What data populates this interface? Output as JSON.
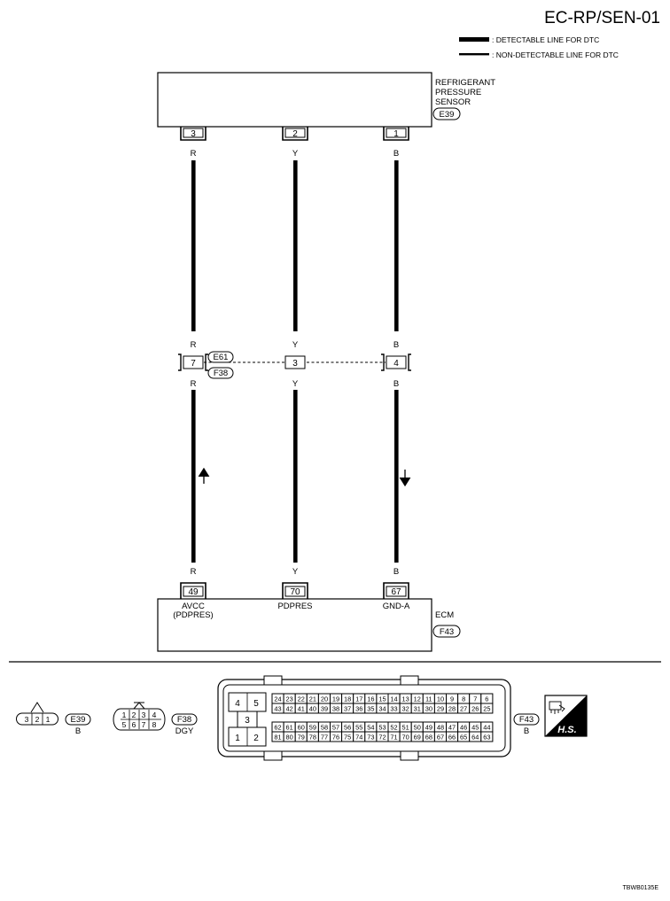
{
  "title": "EC-RP/SEN-01",
  "legend": {
    "detectable": ": DETECTABLE LINE FOR DTC",
    "non_detectable": ": NON-DETECTABLE LINE FOR DTC"
  },
  "sensor": {
    "name_lines": [
      "REFRIGERANT",
      "PRESSURE",
      "SENSOR"
    ],
    "connector": "E39",
    "pins": [
      "3",
      "2",
      "1"
    ],
    "wire_colors": [
      "R",
      "Y",
      "B"
    ]
  },
  "junction": {
    "connector_top": "E61",
    "connector_bottom": "F38",
    "pins": [
      "7",
      "3",
      "4"
    ],
    "colors_above": [
      "R",
      "Y",
      "B"
    ],
    "colors_below": [
      "R",
      "Y",
      "B"
    ]
  },
  "ecm": {
    "name": "ECM",
    "connector": "F43",
    "pins": [
      "49",
      "70",
      "67"
    ],
    "wire_colors": [
      "R",
      "Y",
      "B"
    ],
    "terminal_labels": [
      "AVCC",
      "PDPRES",
      "GND-A"
    ],
    "terminal_sublabel": "(PDPRES)"
  },
  "connector_views": {
    "e39": {
      "name": "E39",
      "color": "B",
      "cells": [
        "3",
        "2",
        "1"
      ]
    },
    "f38": {
      "name": "F38",
      "color": "DGY",
      "row1": [
        "1",
        "2",
        "3",
        "4"
      ],
      "row2": [
        "5",
        "6",
        "7",
        "8"
      ]
    },
    "f43": {
      "name": "F43",
      "color": "B",
      "left_top": [
        "4",
        "5"
      ],
      "left_mid": "3",
      "left_bot": [
        "1",
        "2"
      ],
      "rows": [
        [
          "24",
          "23",
          "22",
          "21",
          "20",
          "19",
          "18",
          "17",
          "16",
          "15",
          "14",
          "13",
          "12",
          "11",
          "10",
          "9",
          "8",
          "7",
          "6"
        ],
        [
          "43",
          "42",
          "41",
          "40",
          "39",
          "38",
          "37",
          "36",
          "35",
          "34",
          "33",
          "32",
          "31",
          "30",
          "29",
          "28",
          "27",
          "26",
          "25"
        ],
        [
          "62",
          "61",
          "60",
          "59",
          "58",
          "57",
          "56",
          "55",
          "54",
          "53",
          "52",
          "51",
          "50",
          "49",
          "48",
          "47",
          "46",
          "45",
          "44"
        ],
        [
          "81",
          "80",
          "79",
          "78",
          "77",
          "76",
          "75",
          "74",
          "73",
          "72",
          "71",
          "70",
          "69",
          "68",
          "67",
          "66",
          "65",
          "64",
          "63"
        ]
      ]
    }
  },
  "hs_badge": "H.S.",
  "figure_code": "TBWB0135E"
}
